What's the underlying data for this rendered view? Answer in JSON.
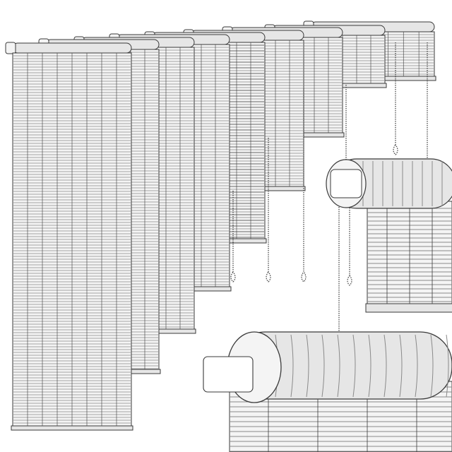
{
  "image": {
    "subject": "wireframe-render-of-roller-blinds",
    "colors": {
      "background": "#ffffff",
      "line": "#3a3a3a",
      "line_light": "#8a8a8a",
      "fill_light": "#f4f4f4",
      "fill_mid": "#e6e6e6"
    },
    "blinds_count": 9,
    "closeups_count": 2
  }
}
